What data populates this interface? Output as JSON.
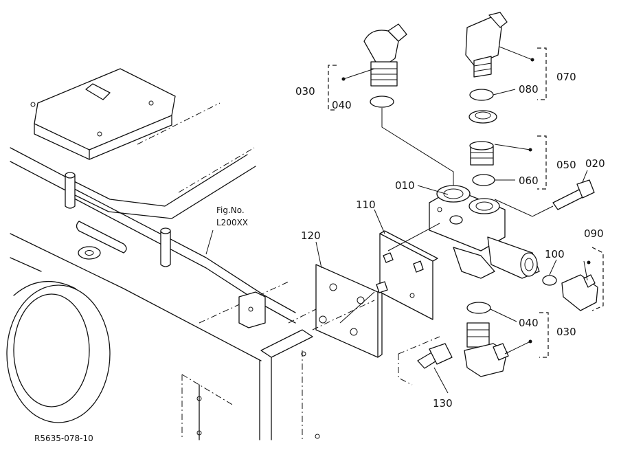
{
  "labels": {
    "p010": "010",
    "p020": "020",
    "p030_top": "030",
    "p030_bottom": "030",
    "p040_top": "040",
    "p040_bottom": "040",
    "p050": "050",
    "p060": "060",
    "p070": "070",
    "p080": "080",
    "p090": "090",
    "p100": "100",
    "p110": "110",
    "p120": "120",
    "p130": "130"
  },
  "fig_ref": {
    "line1": "Fig.No.",
    "line2": "L200XX"
  },
  "drawing_id": "R5635-078-10"
}
